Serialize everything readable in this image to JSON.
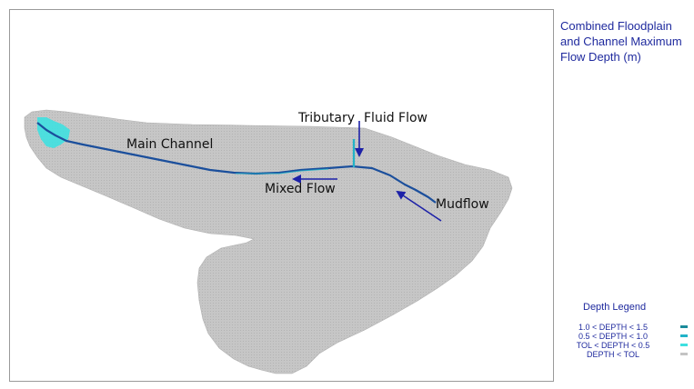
{
  "map": {
    "labels": {
      "main_channel": "Main Channel",
      "tributary": "Tributary",
      "fluid_flow": "Fluid Flow",
      "mixed_flow": "Mixed Flow",
      "mudflow": "Mudflow"
    },
    "colors": {
      "floodplain": "#c4c4c4",
      "channel_line": "#1b4f9c",
      "arrow": "#1d21a8",
      "shallow_zone": "#3fe0e0"
    }
  },
  "title": "Combined Floodplain\nand Channel Maximum\nFlow Depth (m)",
  "legend": {
    "title": "Depth Legend",
    "items": [
      {
        "label": "1.0 < DEPTH < 1.5",
        "color": "#1b8a9a"
      },
      {
        "label": "0.5 < DEPTH < 1.0",
        "color": "#22b3c8"
      },
      {
        "label": "TOL < DEPTH < 0.5",
        "color": "#3fe0e0"
      },
      {
        "label": "DEPTH < TOL",
        "color": "#c4c4c4"
      }
    ]
  }
}
